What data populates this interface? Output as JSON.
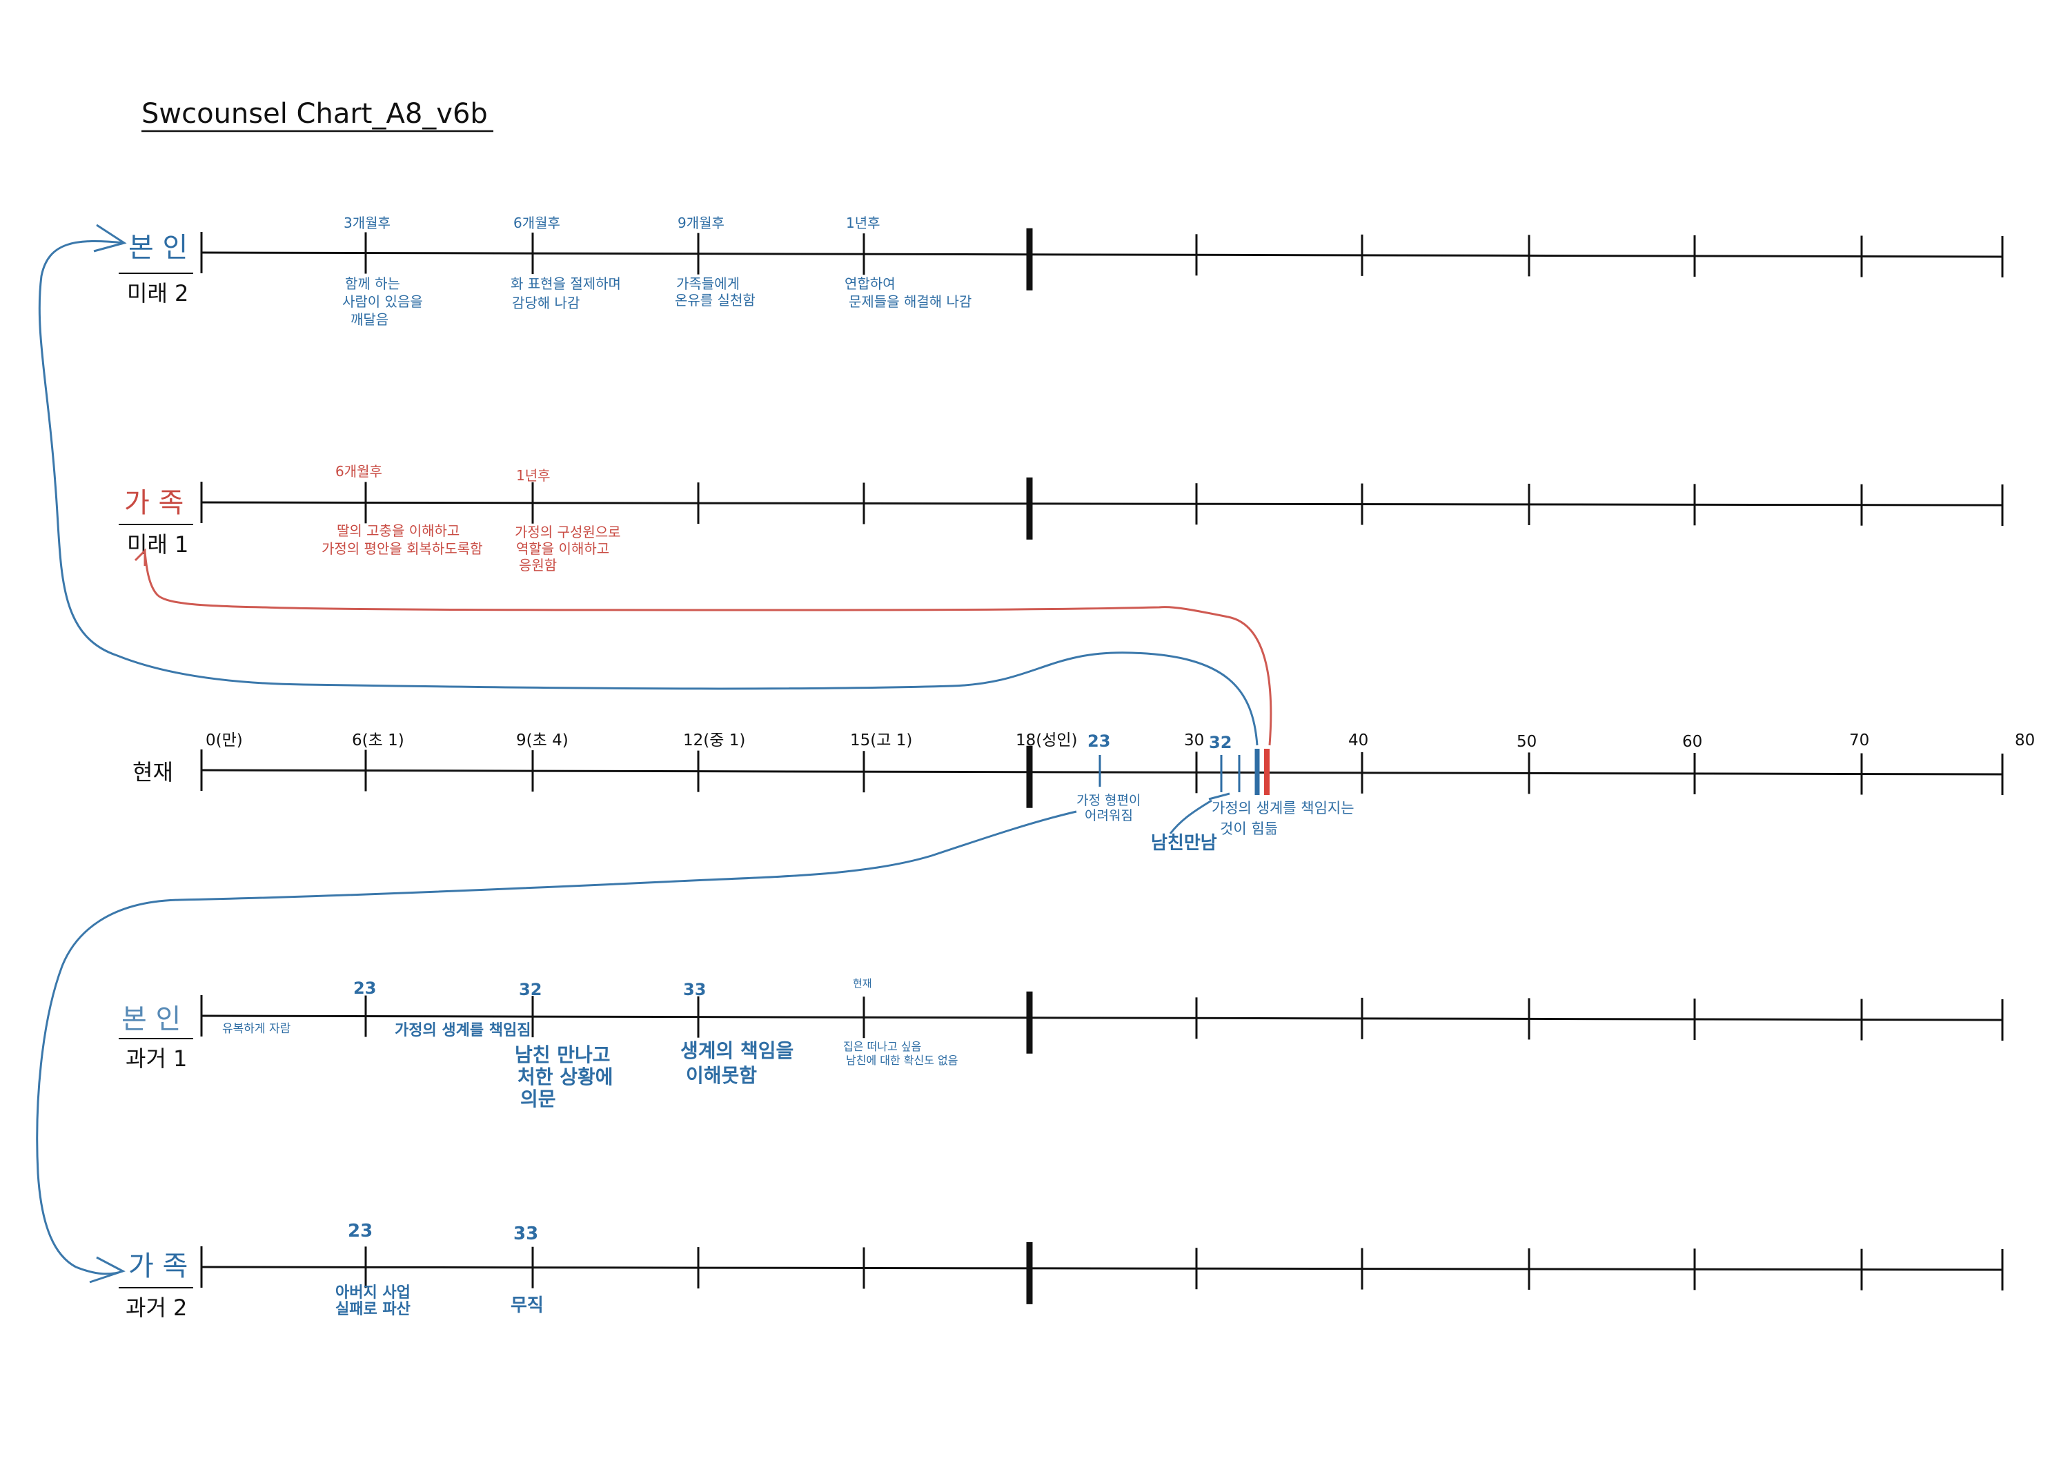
{
  "title": "Swcounsel Chart_A8_v6b",
  "present": {
    "label": "현재",
    "ages": [
      "0(만)",
      "6(초 1)",
      "9(초 4)",
      "12(중 1)",
      "15(고 1)",
      "18(성인)",
      "30",
      "40",
      "50",
      "60",
      "70",
      "80"
    ],
    "marks": {
      "m23": "23",
      "m32": "32",
      "note_23_line1": "가정 형편이",
      "note_23_line2": "어려워짐",
      "note_husband": "남친만남",
      "note_family_line1": "가정의 생계를 책임지는",
      "note_family_line2": "것이 힘듦"
    }
  },
  "future2": {
    "who": "본 인",
    "label": "미래 2",
    "events": [
      {
        "when": "3개월후",
        "text1": "함께 하는",
        "text2": "사람이 있음을",
        "text3": "깨달음"
      },
      {
        "when": "6개월후",
        "text1": "화 표현을 절제하며",
        "text2": "감당해 나감",
        "text3": ""
      },
      {
        "when": "9개월후",
        "text1": "가족들에게",
        "text2": "온유를 실천함",
        "text3": ""
      },
      {
        "when": "1년후",
        "text1": "연합하여",
        "text2": "문제들을 해결해 나감",
        "text3": ""
      }
    ]
  },
  "future1": {
    "who": "가 족",
    "label": "미래 1",
    "events": [
      {
        "when": "6개월후",
        "text1": "딸의 고충을 이해하고",
        "text2": "가정의 평안을 회복하도록함",
        "text3": ""
      },
      {
        "when": "1년후",
        "text1": "가정의 구성원으로",
        "text2": "역할을 이해하고",
        "text3": "응원함"
      }
    ]
  },
  "past1": {
    "who": "본 인",
    "label": "과거 1",
    "start_note": "유복하게 자람",
    "events": [
      {
        "when": "23",
        "text1": "가정의 생계를 책임짐",
        "text2": "",
        "text3": ""
      },
      {
        "when": "32",
        "text1": "남친 만나고",
        "text2": "처한 상황에",
        "text3": "의문"
      },
      {
        "when": "33",
        "text1": "생계의 책임을",
        "text2": "이해못함",
        "text3": ""
      },
      {
        "when": "현재",
        "text1": "집은 떠나고 싶음",
        "text2": "남친에 대한 확신도 없음",
        "text3": ""
      }
    ]
  },
  "past2": {
    "who": "가 족",
    "label": "과거 2",
    "events": [
      {
        "when": "23",
        "text1": "아버지 사업",
        "text2": "실패로 파산",
        "text3": ""
      },
      {
        "when": "33",
        "text1": "무직",
        "text2": "",
        "text3": ""
      }
    ]
  },
  "colors": {
    "ink": "#111111",
    "blue": "#2e6da4",
    "red": "#c94b43"
  }
}
